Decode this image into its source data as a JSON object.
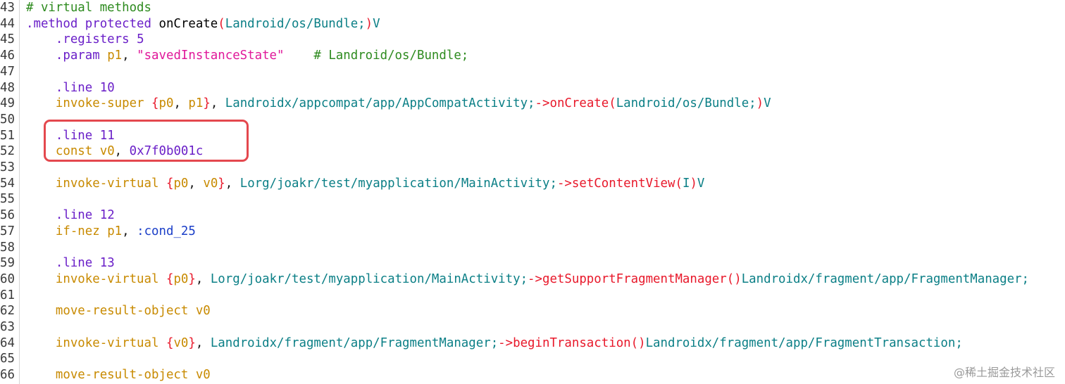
{
  "lines": [
    {
      "number": "43",
      "tokens": [
        {
          "text": "# virtual methods",
          "type": "comment"
        }
      ]
    },
    {
      "number": "44",
      "tokens": [
        {
          "text": ".method protected",
          "type": "directive"
        },
        {
          "text": " onCreate",
          "type": "name"
        },
        {
          "text": "(",
          "type": "paren"
        },
        {
          "text": "Landroid/os/Bundle;",
          "type": "class"
        },
        {
          "text": ")",
          "type": "paren"
        },
        {
          "text": "V",
          "type": "class"
        }
      ]
    },
    {
      "number": "45",
      "tokens": [
        {
          "text": "    ",
          "type": "plain"
        },
        {
          "text": ".registers",
          "type": "directive"
        },
        {
          "text": " 5",
          "type": "num"
        }
      ]
    },
    {
      "number": "46",
      "tokens": [
        {
          "text": "    ",
          "type": "plain"
        },
        {
          "text": ".param",
          "type": "directive"
        },
        {
          "text": " p1",
          "type": "param"
        },
        {
          "text": ", ",
          "type": "plain"
        },
        {
          "text": "\"savedInstanceState\"",
          "type": "string"
        },
        {
          "text": "    ",
          "type": "plain"
        },
        {
          "text": "# Landroid/os/Bundle;",
          "type": "comment"
        }
      ]
    },
    {
      "number": "47",
      "tokens": []
    },
    {
      "number": "48",
      "tokens": [
        {
          "text": "    ",
          "type": "plain"
        },
        {
          "text": ".line",
          "type": "directive"
        },
        {
          "text": " 10",
          "type": "num"
        }
      ]
    },
    {
      "number": "49",
      "tokens": [
        {
          "text": "    ",
          "type": "plain"
        },
        {
          "text": "invoke-super",
          "type": "instr"
        },
        {
          "text": " {",
          "type": "brace"
        },
        {
          "text": "p0",
          "type": "reg"
        },
        {
          "text": ", ",
          "type": "plain"
        },
        {
          "text": "p1",
          "type": "reg"
        },
        {
          "text": "}",
          "type": "brace"
        },
        {
          "text": ", ",
          "type": "plain"
        },
        {
          "text": "Landroidx/appcompat/app/AppCompatActivity;",
          "type": "class"
        },
        {
          "text": "->onCreate(",
          "type": "arrow"
        },
        {
          "text": "Landroid/os/Bundle;",
          "type": "class"
        },
        {
          "text": ")",
          "type": "paren"
        },
        {
          "text": "V",
          "type": "class"
        }
      ]
    },
    {
      "number": "50",
      "tokens": []
    },
    {
      "number": "51",
      "tokens": [
        {
          "text": "    ",
          "type": "plain"
        },
        {
          "text": ".line",
          "type": "directive"
        },
        {
          "text": " 11",
          "type": "num"
        }
      ]
    },
    {
      "number": "52",
      "tokens": [
        {
          "text": "    ",
          "type": "plain"
        },
        {
          "text": "const",
          "type": "instr"
        },
        {
          "text": " v0",
          "type": "reg"
        },
        {
          "text": ", ",
          "type": "plain"
        },
        {
          "text": "0x7f0b001c",
          "type": "hex"
        }
      ]
    },
    {
      "number": "53",
      "tokens": []
    },
    {
      "number": "54",
      "tokens": [
        {
          "text": "    ",
          "type": "plain"
        },
        {
          "text": "invoke-virtual",
          "type": "instr"
        },
        {
          "text": " {",
          "type": "brace"
        },
        {
          "text": "p0",
          "type": "reg"
        },
        {
          "text": ", ",
          "type": "plain"
        },
        {
          "text": "v0",
          "type": "reg"
        },
        {
          "text": "}",
          "type": "brace"
        },
        {
          "text": ", ",
          "type": "plain"
        },
        {
          "text": "Lorg/joakr/test/myapplication/MainActivity;",
          "type": "class"
        },
        {
          "text": "->setContentView(",
          "type": "arrow"
        },
        {
          "text": "I",
          "type": "class"
        },
        {
          "text": ")",
          "type": "paren"
        },
        {
          "text": "V",
          "type": "class"
        }
      ]
    },
    {
      "number": "55",
      "tokens": []
    },
    {
      "number": "56",
      "tokens": [
        {
          "text": "    ",
          "type": "plain"
        },
        {
          "text": ".line",
          "type": "directive"
        },
        {
          "text": " 12",
          "type": "num"
        }
      ]
    },
    {
      "number": "57",
      "tokens": [
        {
          "text": "    ",
          "type": "plain"
        },
        {
          "text": "if-nez",
          "type": "instr"
        },
        {
          "text": " p1",
          "type": "reg"
        },
        {
          "text": ", ",
          "type": "plain"
        },
        {
          "text": ":cond_25",
          "type": "label"
        }
      ]
    },
    {
      "number": "58",
      "tokens": []
    },
    {
      "number": "59",
      "tokens": [
        {
          "text": "    ",
          "type": "plain"
        },
        {
          "text": ".line",
          "type": "directive"
        },
        {
          "text": " 13",
          "type": "num"
        }
      ]
    },
    {
      "number": "60",
      "tokens": [
        {
          "text": "    ",
          "type": "plain"
        },
        {
          "text": "invoke-virtual",
          "type": "instr"
        },
        {
          "text": " {",
          "type": "brace"
        },
        {
          "text": "p0",
          "type": "reg"
        },
        {
          "text": "}",
          "type": "brace"
        },
        {
          "text": ", ",
          "type": "plain"
        },
        {
          "text": "Lorg/joakr/test/myapplication/MainActivity;",
          "type": "class"
        },
        {
          "text": "->getSupportFragmentManager()",
          "type": "arrow"
        },
        {
          "text": "Landroidx/fragment/app/FragmentManager;",
          "type": "class"
        }
      ]
    },
    {
      "number": "61",
      "tokens": []
    },
    {
      "number": "62",
      "tokens": [
        {
          "text": "    ",
          "type": "plain"
        },
        {
          "text": "move-result-object",
          "type": "instr"
        },
        {
          "text": " v0",
          "type": "reg"
        }
      ]
    },
    {
      "number": "63",
      "tokens": []
    },
    {
      "number": "64",
      "tokens": [
        {
          "text": "    ",
          "type": "plain"
        },
        {
          "text": "invoke-virtual",
          "type": "instr"
        },
        {
          "text": " {",
          "type": "brace"
        },
        {
          "text": "v0",
          "type": "reg"
        },
        {
          "text": "}",
          "type": "brace"
        },
        {
          "text": ", ",
          "type": "plain"
        },
        {
          "text": "Landroidx/fragment/app/FragmentManager;",
          "type": "class"
        },
        {
          "text": "->beginTransaction()",
          "type": "arrow"
        },
        {
          "text": "Landroidx/fragment/app/FragmentTransaction;",
          "type": "class"
        }
      ]
    },
    {
      "number": "65",
      "tokens": []
    },
    {
      "number": "66",
      "tokens": [
        {
          "text": "    ",
          "type": "plain"
        },
        {
          "text": "move-result-object",
          "type": "instr"
        },
        {
          "text": " v0",
          "type": "reg"
        }
      ]
    }
  ],
  "watermark": "@稀土掘金技术社区",
  "highlight": {
    "border_color": "#e4484e"
  }
}
